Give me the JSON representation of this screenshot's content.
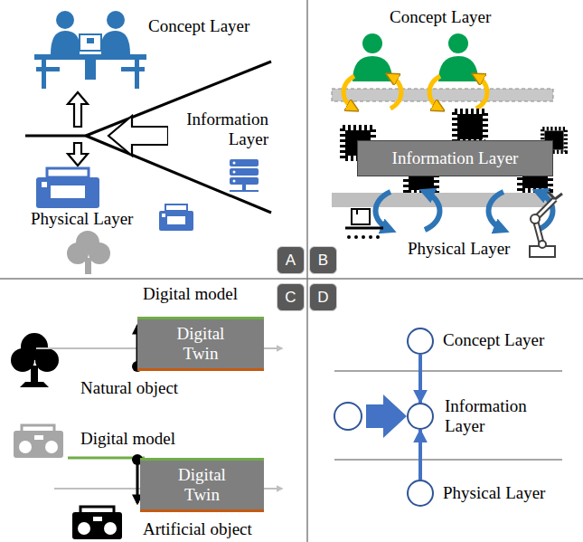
{
  "diagram": {
    "nodes": [
      {
        "text": [
          "Information Layer"
        ]
      },
      {
        "text": [
          "A"
        ]
      },
      {
        "text": [
          "B"
        ]
      },
      {
        "text": [
          "C"
        ]
      },
      {
        "text": [
          "D"
        ]
      },
      {
        "text": [
          "Digital Twin"
        ]
      },
      {
        "text": [
          "Concept Layer"
        ]
      },
      {
        "text": [
          "Information Layer"
        ]
      },
      {
        "text": [
          "Digital Twin"
        ]
      },
      {
        "text": [
          "Physical Layer"
        ]
      }
    ],
    "edges": [
      {
        "from": 6,
        "to": 7,
        "arrow": "to"
      },
      {
        "from": 9,
        "to": 7,
        "arrow": "to"
      }
    ],
    "labels": [
      "Concept Layer",
      "Information Layer",
      "Physical Layer",
      "Concept Layer",
      "Physical Layer",
      "Digital model",
      "Natural object",
      "Digital model",
      "Artificial object"
    ]
  }
}
